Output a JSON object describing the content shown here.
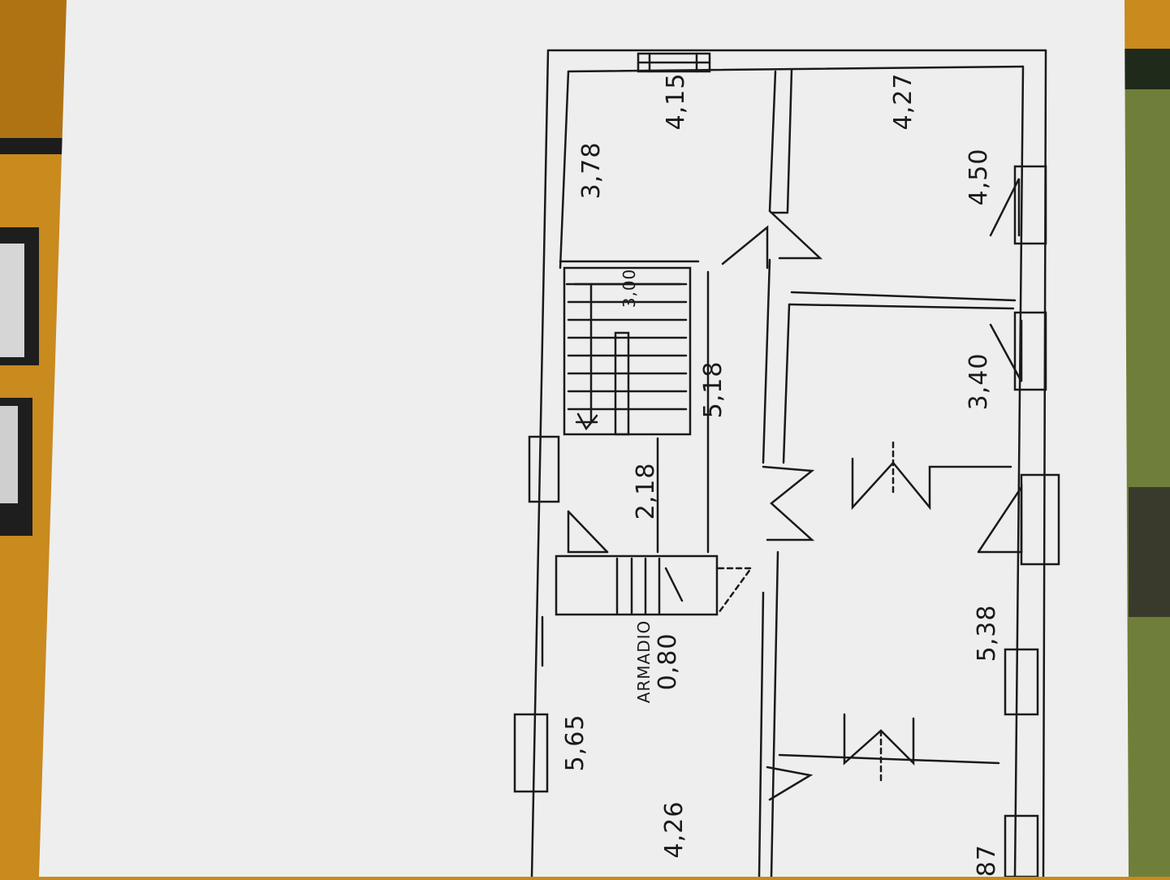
{
  "colors": {
    "desk": "#c98a1e",
    "desk_right": "#6f7f3a",
    "paper": "#eeeeef",
    "ink": "#1a1a1a"
  },
  "plan": {
    "room_1_dim": "3,78",
    "room_1_dim_b": "4,15",
    "room_2_dim": "4,27",
    "room_2_dim_b": "4,50",
    "stair_width": "3,00",
    "stair_length": "5,18",
    "landing": "2,18",
    "room_3_dim": "3,40",
    "room_4_dim": "5,38",
    "closet_label": "ARMADIO",
    "closet_dim": "0,80",
    "room_5_dim_a": "5,65",
    "room_5_dim_b": "4,26",
    "edge_dim": "87"
  }
}
